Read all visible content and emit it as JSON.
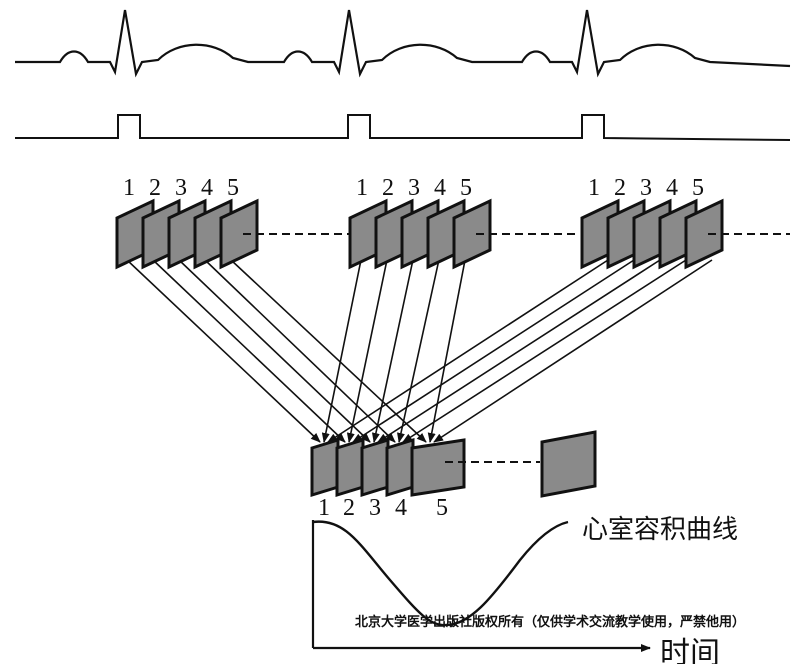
{
  "top_groups": [
    {
      "frame_labels": [
        "1",
        "2",
        "3",
        "4",
        "5"
      ]
    },
    {
      "frame_labels": [
        "1",
        "2",
        "3",
        "4",
        "5"
      ]
    },
    {
      "frame_labels": [
        "1",
        "2",
        "3",
        "4",
        "5"
      ]
    }
  ],
  "bottom_group": {
    "frame_labels": [
      "1",
      "2",
      "3",
      "4",
      "5"
    ]
  },
  "curve_label": "心室容积曲线",
  "axis_label": "时间",
  "watermark": "北京大学医学出版社版权所有（仅供学术交流教学使用，严禁他用）",
  "colors": {
    "frame_fill": "#8a8a8a",
    "stroke": "#111111"
  }
}
